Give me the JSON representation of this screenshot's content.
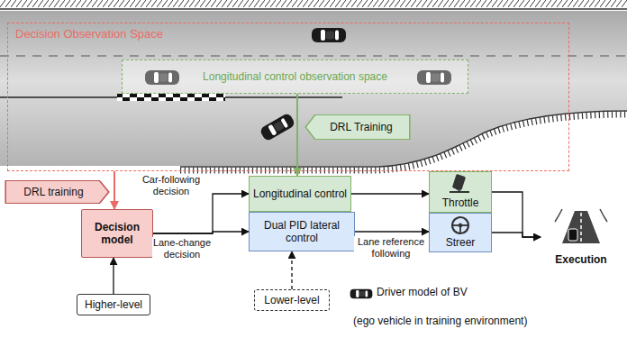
{
  "diagram": {
    "nodes": [
      {
        "text": [
          "Decision Observation Space"
        ]
      },
      {
        "text": [
          "Longitudinal control observation space"
        ],
        "in": 0
      },
      {
        "text": [
          "DRL Training"
        ],
        "in": 0
      },
      {
        "text": [
          "DRL training"
        ]
      },
      {
        "text": [
          "Decision model"
        ]
      },
      {
        "text": [
          "Longitudinal control"
        ]
      },
      {
        "text": [
          "Dual PID lateral control"
        ]
      },
      {
        "text": [
          "Throttle"
        ]
      },
      {
        "text": [
          "Streer"
        ]
      },
      {
        "text": [
          "Execution"
        ]
      },
      {
        "text": [
          "Higher-level"
        ]
      },
      {
        "text": [
          "Lower-level"
        ]
      }
    ],
    "edges": [
      {
        "from": 0,
        "to": 4,
        "arrow": "to"
      },
      {
        "from": 1,
        "to": 5,
        "arrow": "to"
      },
      {
        "from": 4,
        "to": 5,
        "arrow": "to",
        "label": "Car-following decision"
      },
      {
        "from": 4,
        "to": 6,
        "arrow": "to",
        "label": "Lane-change decision"
      },
      {
        "from": 5,
        "to": 7,
        "arrow": "to"
      },
      {
        "from": 6,
        "to": 8,
        "arrow": "to",
        "label": "Lane reference following"
      },
      {
        "from": 7,
        "to": 9,
        "arrow": "to"
      },
      {
        "from": 8,
        "to": 9,
        "arrow": "to"
      },
      {
        "from": 10,
        "to": 4,
        "arrow": "to"
      },
      {
        "from": 11,
        "to": 6,
        "arrow": "to"
      }
    ],
    "labels": [
      "(ego vehicle in training environment)"
    ],
    "legend": [
      {
        "text": "Driver model of BV"
      }
    ]
  }
}
